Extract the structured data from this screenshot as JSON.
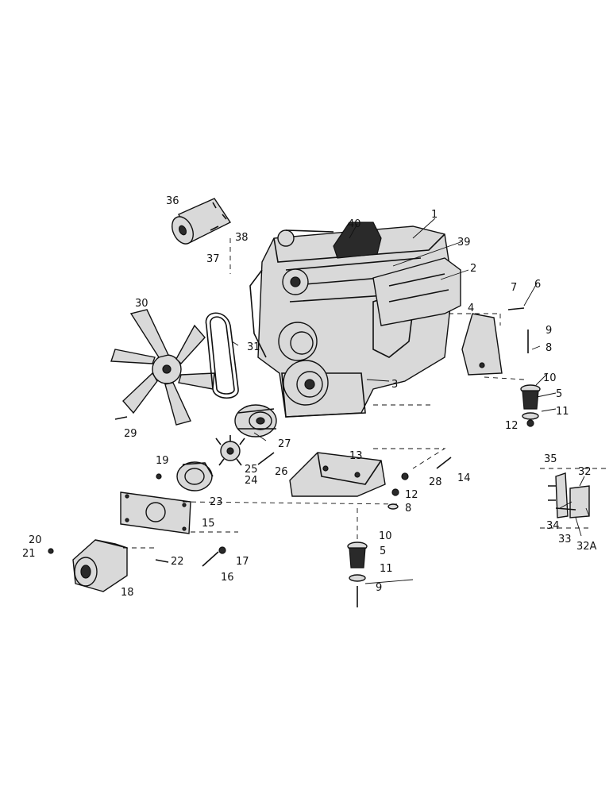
{
  "callouts": {
    "c1": "1",
    "c2": "2",
    "c3": "3",
    "c4": "4",
    "c5a": "5",
    "c5b": "5",
    "c6": "6",
    "c7": "7",
    "c8a": "8",
    "c8b": "8",
    "c9a": "9",
    "c9b": "9",
    "c10a": "10",
    "c10b": "10",
    "c11a": "11",
    "c11b": "11",
    "c12a": "12",
    "c12b": "12",
    "c13": "13",
    "c14": "14",
    "c15": "15",
    "c16": "16",
    "c17": "17",
    "c18": "18",
    "c19": "19",
    "c20": "20",
    "c21": "21",
    "c22": "22",
    "c23": "23",
    "c24": "24",
    "c25": "25",
    "c26": "26",
    "c27": "27",
    "c28": "28",
    "c29": "29",
    "c30": "30",
    "c31": "31",
    "c32": "32",
    "c32a": "32A",
    "c33": "33",
    "c34": "34",
    "c35": "35",
    "c36": "36",
    "c37": "37",
    "c38": "38",
    "c39": "39",
    "c40": "40"
  }
}
